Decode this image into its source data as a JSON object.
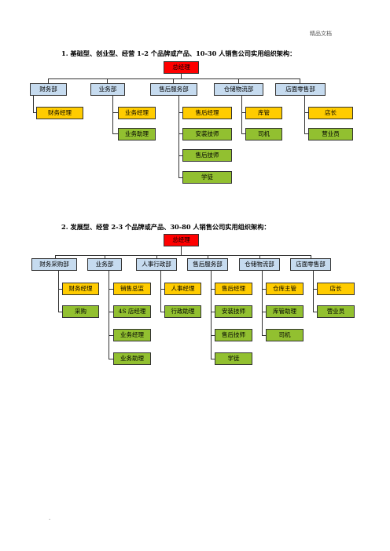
{
  "header": {
    "watermark": "精品文档"
  },
  "chart1": {
    "heading": "1. 基础型、创业型、经营 1-2 个品牌或产品、10-30 人销售公司实用组织架构：",
    "root": "总经理",
    "departments": [
      "财务部",
      "业务部",
      "售后服务部",
      "仓储物流部",
      "店面零售部"
    ],
    "roles": {
      "finance": [
        "财务经理"
      ],
      "business": [
        "业务经理",
        "业务助理"
      ],
      "aftersales": [
        "售后经理",
        "安装技师",
        "售后技师",
        "学徒"
      ],
      "warehouse": [
        "库管",
        "司机"
      ],
      "store": [
        "店长",
        "营业员"
      ]
    }
  },
  "chart2": {
    "heading": "2. 发展型、经营 2-3 个品牌或产品、30-80 人销售公司实用组织架构：",
    "root": "总经理",
    "departments": [
      "财务采购部",
      "业务部",
      "人事行政部",
      "售后服务部",
      "仓储物流部",
      "店面零售部"
    ],
    "roles": {
      "finance": [
        "财务经理",
        "采购"
      ],
      "business": [
        "销售总监",
        "4S 店经理",
        "业务经理",
        "业务助理"
      ],
      "hr": [
        "人事经理",
        "行政助理"
      ],
      "aftersales": [
        "售后经理",
        "安装技师",
        "售后技师",
        "学徒"
      ],
      "warehouse": [
        "仓库主管",
        "库管助理",
        "司机"
      ],
      "store": [
        "店长",
        "营业员"
      ]
    }
  },
  "footer": {
    "mark": "."
  }
}
